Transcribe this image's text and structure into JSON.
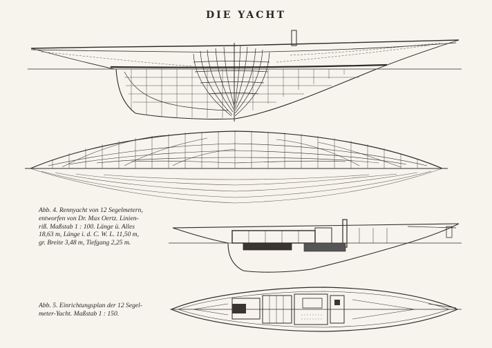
{
  "title": "DIE YACHT",
  "figure4": {
    "caption_lines": [
      "Abb. 4. Rennyacht von 12 Segelmetern,",
      "entworfen von Dr. Max Oertz. Linien-",
      "riß. Maßstab 1 : 100. Länge ü. Alles",
      "18,63 m, Länge i. d. C. W. L. 11,50 m,",
      "gr. Breite 3,48 m, Tiefgang 2,25 m."
    ]
  },
  "figure5": {
    "caption_lines": [
      "Abb. 5. Einrichtungsplan der 12 Segel-",
      "meter-Yacht. Maßstab 1 : 150."
    ]
  }
}
